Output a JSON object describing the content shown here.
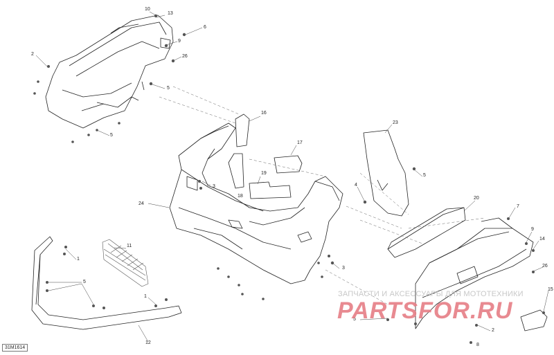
{
  "diagram_id": "31M1614",
  "watermark": {
    "text": "ЗАПЧАСТИ И АКСЕССУАРЫ ДЛЯ МОТОТЕХНИКИ",
    "logo": "PARTSFOR.RU"
  },
  "callouts": {
    "c10": "10",
    "c13": "13",
    "c6": "6",
    "c9a": "9",
    "c26a": "26",
    "c2a": "2",
    "c5a": "5",
    "c5b": "5",
    "c16": "16",
    "c23": "23",
    "c17": "17",
    "c3a": "3",
    "c18": "18",
    "c19": "19",
    "c4": "4",
    "c5c": "5",
    "c24": "24",
    "c20": "20",
    "c7": "7",
    "c11": "11",
    "c1a": "1",
    "c9b": "9",
    "c14": "14",
    "c3b": "3",
    "c26b": "26",
    "c5d": "5",
    "c1b": "1",
    "c15": "15",
    "c2b": "2",
    "c5e": "5",
    "c8": "8",
    "c12": "12"
  },
  "colors": {
    "line": "#222222",
    "hatch": "#555555",
    "watermark_logo": "#e67e86",
    "watermark_text": "#c8c8c8"
  }
}
